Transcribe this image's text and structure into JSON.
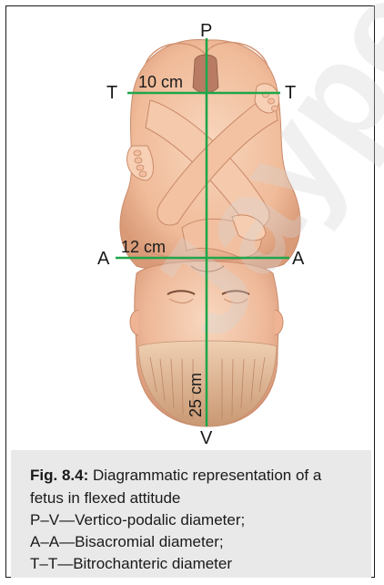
{
  "figure": {
    "labels": {
      "top": "P",
      "bottom": "V",
      "left_t": "T",
      "right_t": "T",
      "left_a": "A",
      "right_a": "A"
    },
    "measurements": {
      "trochanteric": "10 cm",
      "acromial": "12 cm",
      "vertico_podalic": "25 cm"
    },
    "watermark": "JaypeeGold",
    "colors": {
      "skin": "#f3c2a2",
      "skin_shadow": "#dc9c7c",
      "line": "#1fa64a",
      "hair": "#d9b08d",
      "text": "#1a1a1a"
    }
  },
  "caption": {
    "fig_label": "Fig. 8.4:",
    "title_line1": "Diagrammatic representation of a",
    "title_line2": "fetus in flexed attitude",
    "legend": [
      "P–V—Vertico-podalic diameter;",
      "A–A—Bisacromial diameter;",
      "T–T—Bitrochanteric diameter"
    ]
  }
}
